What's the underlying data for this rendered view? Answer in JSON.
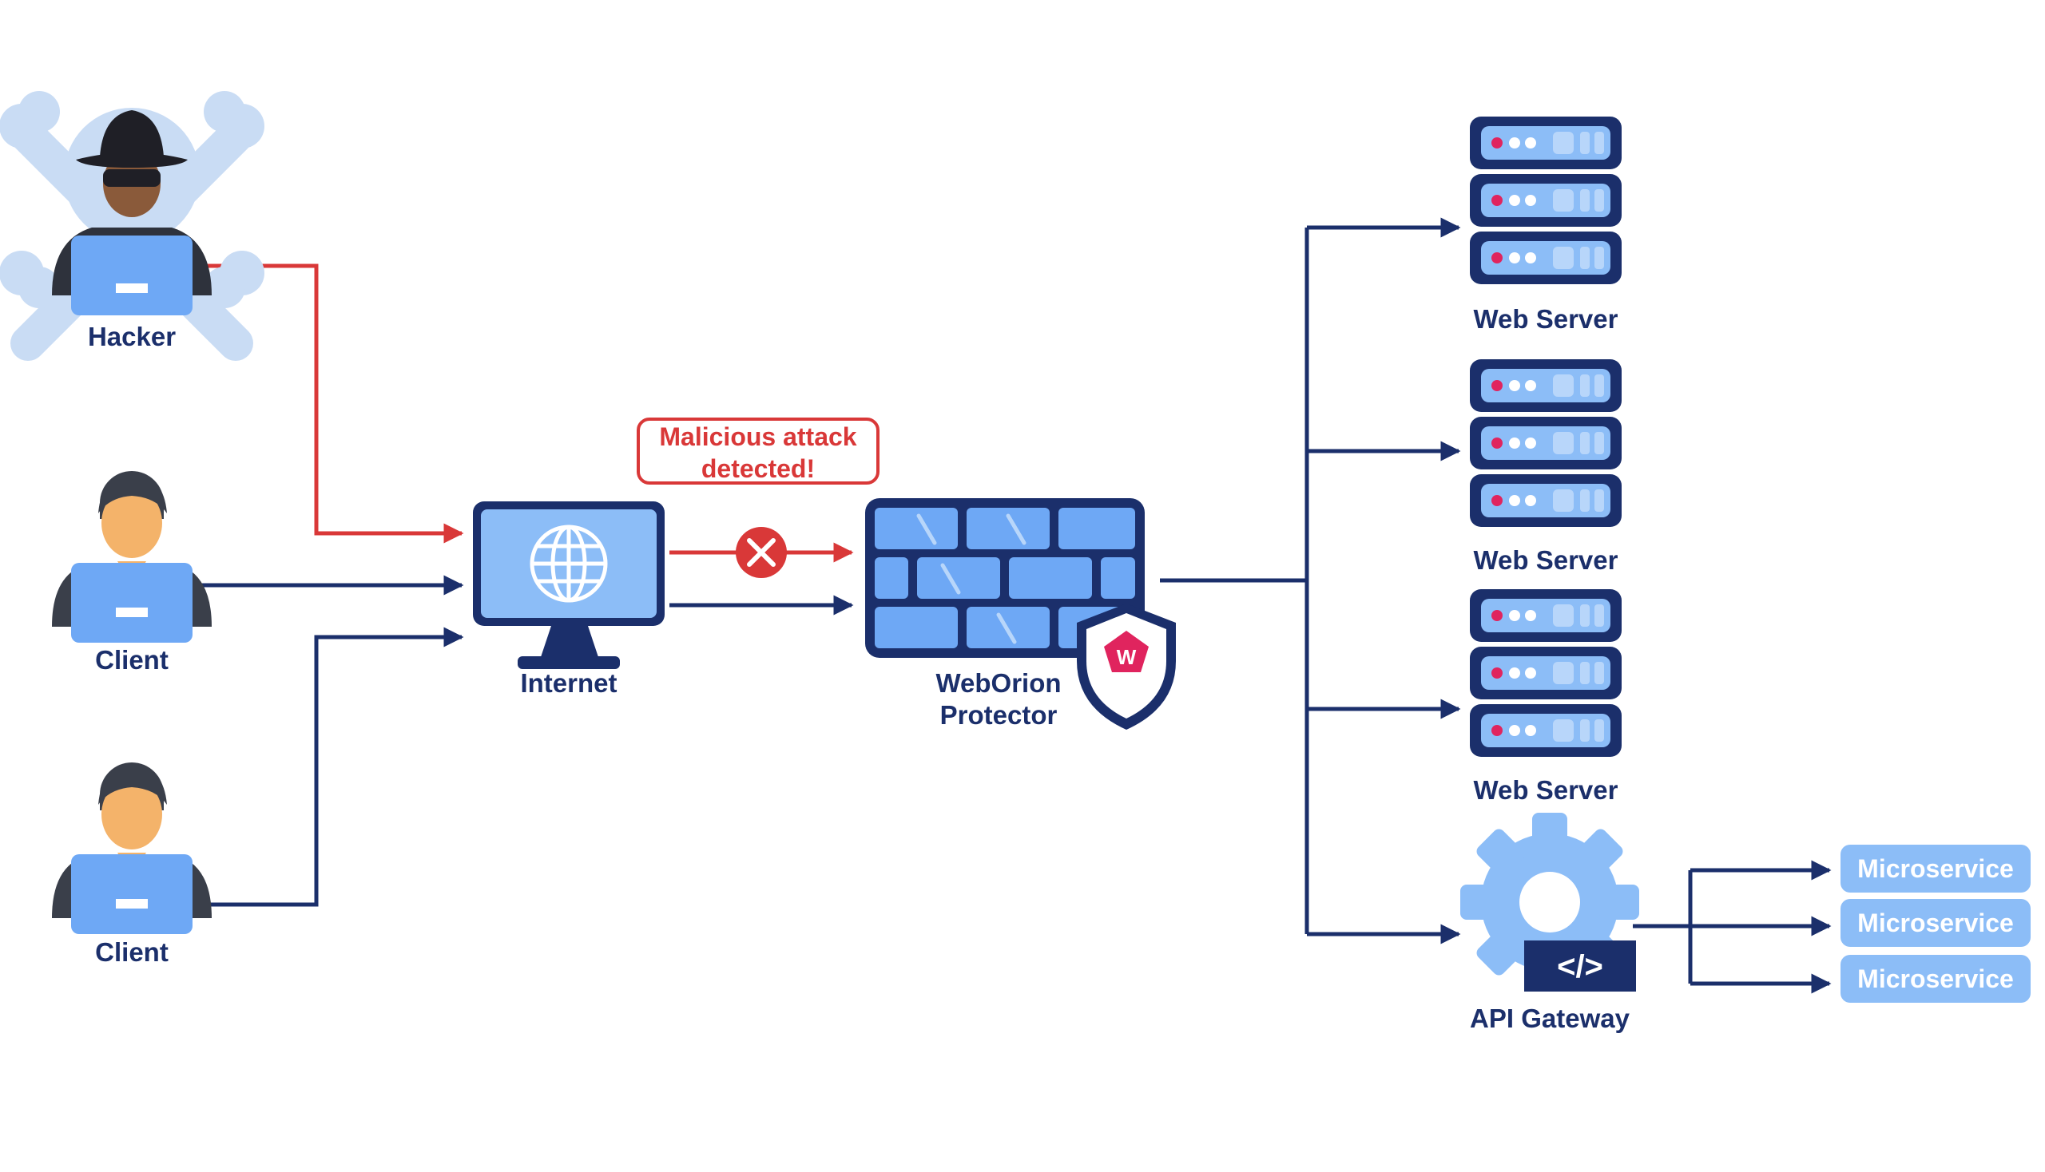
{
  "nodes": {
    "hacker": "Hacker",
    "client_1": "Client",
    "client_2": "Client",
    "internet": "Internet",
    "protector_line1": "WebOrion",
    "protector_line2": "Protector",
    "web_server_1": "Web Server",
    "web_server_2": "Web Server",
    "web_server_3": "Web Server",
    "api_gateway": "API Gateway",
    "api_code_symbol": "</>",
    "shield_letter": "W"
  },
  "alert": {
    "line1": "Malicious attack",
    "line2": "detected!"
  },
  "microservices": [
    "Microservice",
    "Microservice",
    "Microservice"
  ],
  "colors": {
    "navy": "#1b2f6b",
    "attack_red": "#d93838",
    "light_blue": "#8cbdf7",
    "pale_blue": "#c9dcf4",
    "shield_pink": "#e0245e"
  },
  "icons": [
    "skull-crossbones-icon",
    "hacker-icon",
    "user-icon",
    "laptop-icon",
    "monitor-icon",
    "globe-icon",
    "firewall-icon",
    "shield-icon",
    "server-icon",
    "gear-icon",
    "code-icon",
    "block-icon"
  ]
}
